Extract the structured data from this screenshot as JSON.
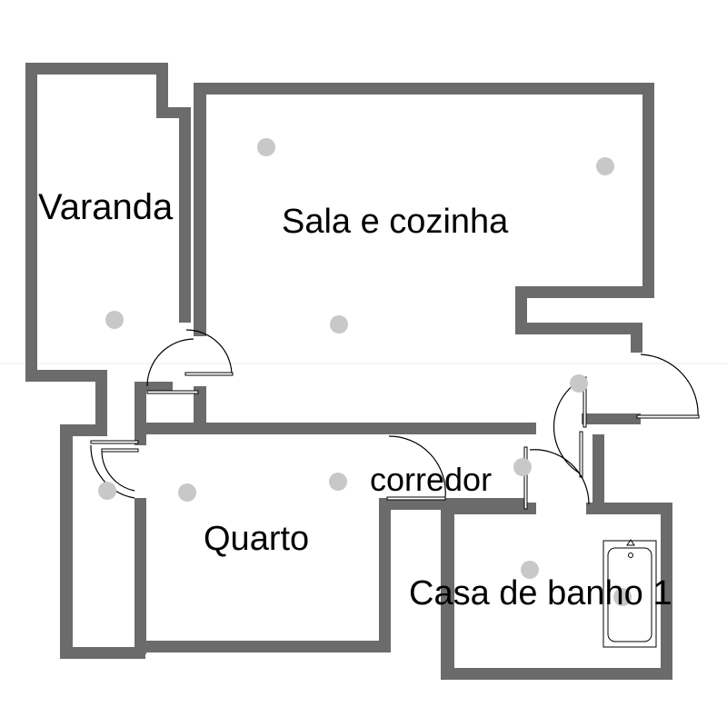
{
  "rooms": {
    "varanda": "Varanda",
    "sala": "Sala e cozinha",
    "corredor": "corredor",
    "quarto": "Quarto",
    "casa_banho": "Casa de banho 1"
  },
  "colors": {
    "wall": "#6b6b6b",
    "light_fixture": "#c8c8c8"
  },
  "icons": {
    "light": "ceiling-light-icon",
    "bathtub": "bathtub-icon",
    "door": "door-swing-icon"
  }
}
